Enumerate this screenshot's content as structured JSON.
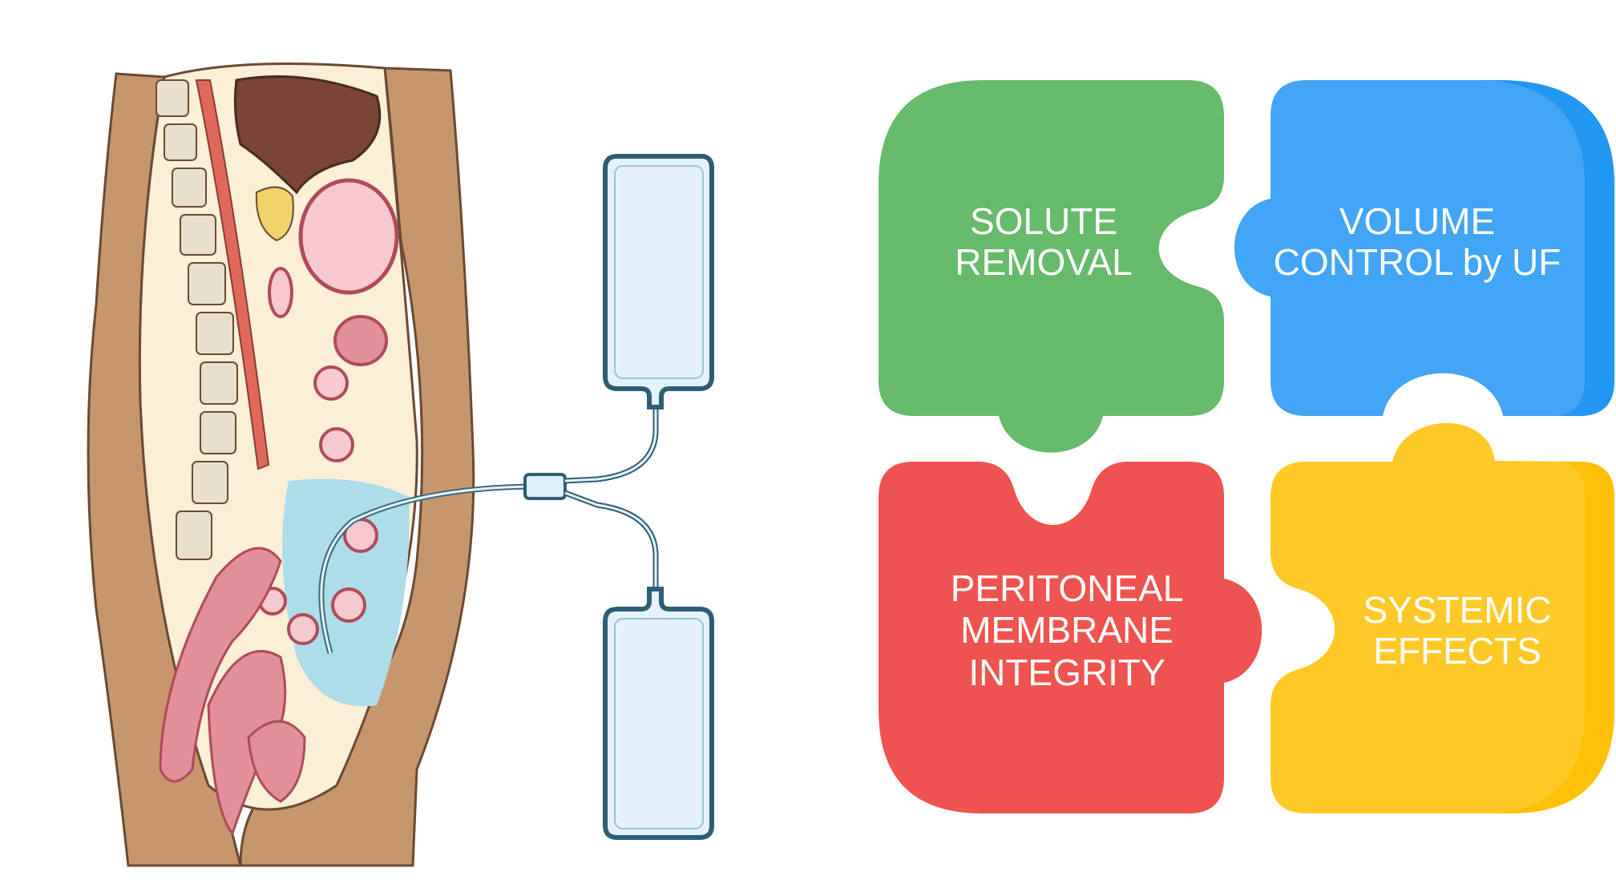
{
  "pieces": [
    {
      "id": "solute-removal",
      "lines": [
        "SOLUTE",
        "REMOVAL"
      ],
      "color": "#66BB6A"
    },
    {
      "id": "volume-control",
      "lines": [
        "VOLUME",
        "CONTROL by UF"
      ],
      "color": "#42A5F5",
      "shade": "#2196F3"
    },
    {
      "id": "membrane-integrity",
      "lines": [
        "PERITONEAL",
        "MEMBRANE",
        "INTEGRITY"
      ],
      "color": "#EF5350"
    },
    {
      "id": "systemic-effects",
      "lines": [
        "SYSTEMIC",
        "EFFECTS"
      ],
      "color": "#FFCA28",
      "shade": "#FFC107"
    }
  ]
}
